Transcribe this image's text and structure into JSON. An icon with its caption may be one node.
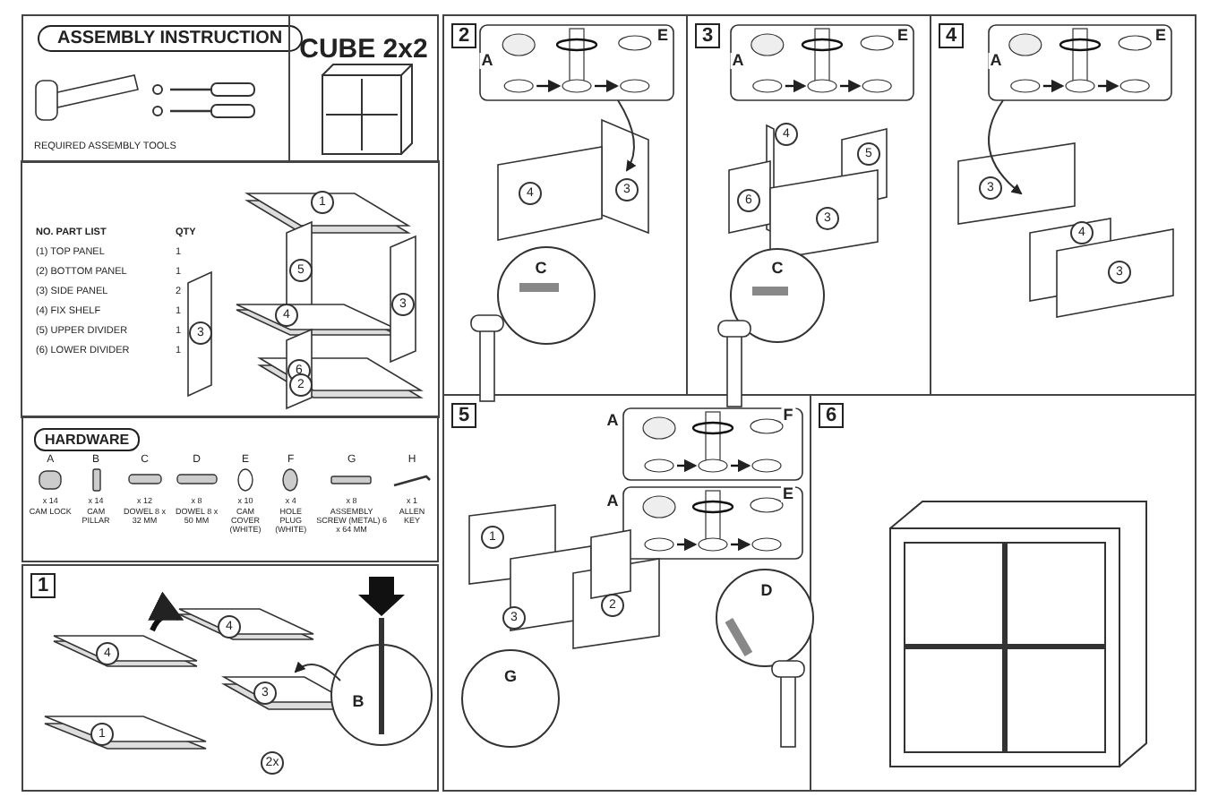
{
  "diagram": {
    "title": "ASSEMBLY INSTRUCTION",
    "nodes": [
      {
        "text": [
          "REQUIRED ASSEMBLY TOOLS"
        ]
      },
      {
        "text": [
          "CUBE 2x2"
        ]
      },
      {
        "text": [
          "HARDWARE"
        ]
      },
      {
        "text": [
          "1"
        ]
      },
      {
        "text": [
          "2"
        ]
      },
      {
        "text": [
          "3"
        ]
      },
      {
        "text": [
          "4"
        ]
      },
      {
        "text": [
          "5"
        ]
      },
      {
        "text": [
          "6"
        ]
      }
    ],
    "labels": [
      "NO. PART LIST",
      "QTY",
      "(1) TOP PANEL",
      "1",
      "(2) BOTTOM PANEL",
      "1",
      "(3) SIDE PANEL",
      "2",
      "(4) FIX SHELF",
      "1",
      "(5) UPPER DIVIDER",
      "1",
      "(6) LOWER DIVIDER",
      "1",
      "1",
      "5",
      "3",
      "4",
      "3",
      "6",
      "2",
      "A",
      "B",
      "C",
      "D",
      "E",
      "F",
      "G",
      "H",
      "x 14",
      "x 14",
      "x 12",
      "x 8",
      "x 10",
      "x 4",
      "x 8",
      "x 1",
      "CAM LOCK",
      "CAM PILLAR",
      "DOWEL 8 x 32 MM",
      "DOWEL 8 x 50 MM",
      "CAM COVER (WHITE)",
      "HOLE PLUG (WHITE)",
      "ASSEMBLY SCREW (METAL) 6 x 64 MM",
      "ALLEN KEY",
      "4",
      "4",
      "3",
      "1",
      "2x",
      "B",
      "A",
      "E",
      "4",
      "3",
      "C",
      "A",
      "E",
      "4",
      "5",
      "6",
      "3",
      "C",
      "A",
      "E",
      "3",
      "4",
      "3",
      "A",
      "F",
      "A",
      "E",
      "1",
      "3",
      "2",
      "D",
      "G"
    ]
  }
}
